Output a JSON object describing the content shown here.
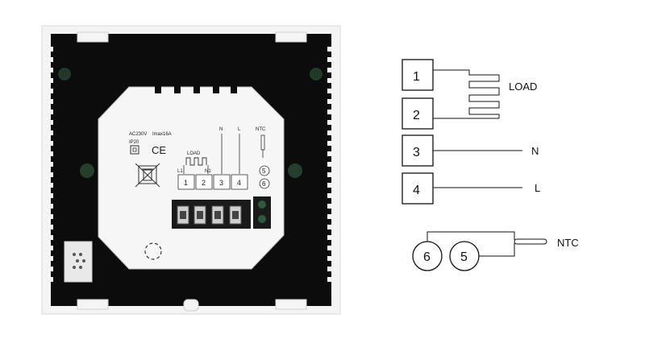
{
  "device": {
    "power_label": "AC230V",
    "current_label": "Imax16A",
    "ip_label": "IP20",
    "ce_mark": "CE",
    "load_label": "LOAD",
    "l1_label": "L1",
    "n1_label": "N1",
    "n_label": "N",
    "l_label": "L",
    "ntc_label": "NTC",
    "terminals": [
      "1",
      "2",
      "3",
      "4"
    ],
    "ntc_terminals": [
      "5",
      "6"
    ],
    "icons": [
      "weee-crossed-bin-icon",
      "double-insulation-icon",
      "heating-load-icon",
      "ntc-sensor-icon"
    ]
  },
  "wiring": {
    "boxes": [
      "1",
      "2",
      "3",
      "4"
    ],
    "load_label": "LOAD",
    "n_label": "N",
    "l_label": "L",
    "ntc_label": "NTC",
    "ntc_circles": [
      "6",
      "5"
    ]
  },
  "colors": {
    "frame": "#f4f4f4",
    "back_panel": "#0c0c0c",
    "center_panel": "#f6f6f6",
    "terminal_green": "#2f5a3a"
  }
}
